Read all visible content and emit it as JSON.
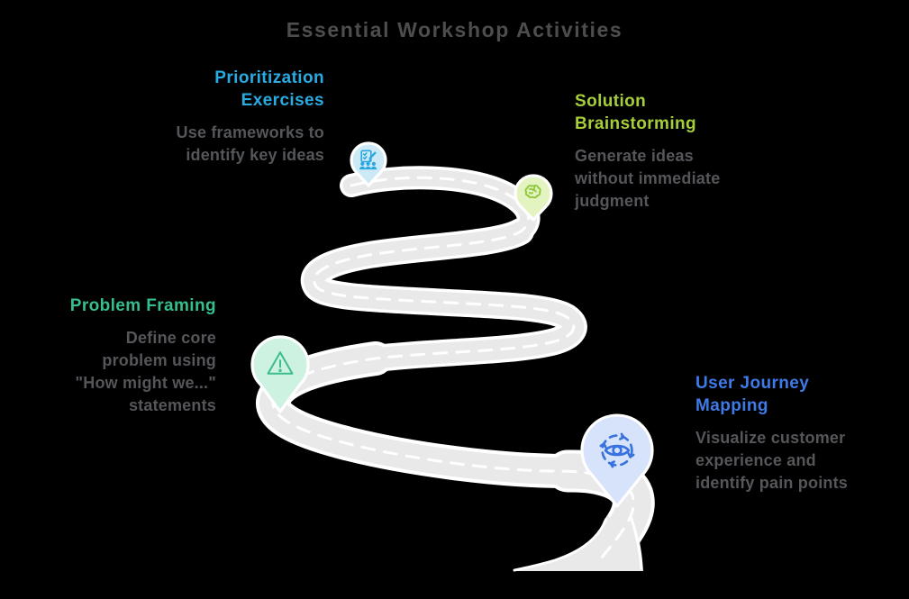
{
  "page": {
    "background_color": "#000000"
  },
  "title": {
    "text": "Essential Workshop Activities",
    "color": "#4D4D4D"
  },
  "text": {
    "description_color": "#55565A"
  },
  "road": {
    "asphalt_color": "#E9E9E9",
    "edge_color": "#FFFFFF",
    "centerline_color": "#FFFFFF"
  },
  "milestones": [
    {
      "name": "Prioritization Exercises",
      "heading_lines": [
        "Prioritization",
        "Exercises"
      ],
      "heading_color": "#29ABE2",
      "description_lines": [
        "Use frameworks to",
        "identify key ideas"
      ],
      "icon": "checklist-team-icon",
      "pin_fill": "#CDE9F6",
      "icon_color": "#29A8E0"
    },
    {
      "name": "Solution Brainstorming",
      "heading_lines": [
        "Solution",
        "Brainstorming"
      ],
      "heading_color": "#A6CE39",
      "description_lines": [
        "Generate ideas",
        "without immediate",
        "judgment"
      ],
      "icon": "brain-icon",
      "pin_fill": "#E3F4C1",
      "icon_color": "#90C83D"
    },
    {
      "name": "Problem Framing",
      "heading_lines": [
        "Problem Framing"
      ],
      "heading_color": "#36BE8D",
      "description_lines": [
        "Define core",
        "problem using",
        "\"How might we...\"",
        "statements"
      ],
      "icon": "warning-triangle-icon",
      "pin_fill": "#CEF2E1",
      "icon_color": "#3BBE8C"
    },
    {
      "name": "User Journey Mapping",
      "heading_lines": [
        "User Journey",
        "Mapping"
      ],
      "heading_color": "#3E7BE8",
      "description_lines": [
        "Visualize customer",
        "experience and",
        "identify pain points"
      ],
      "icon": "eye-cycle-icon",
      "pin_fill": "#D6E3FA",
      "icon_color": "#3A72DE"
    }
  ]
}
